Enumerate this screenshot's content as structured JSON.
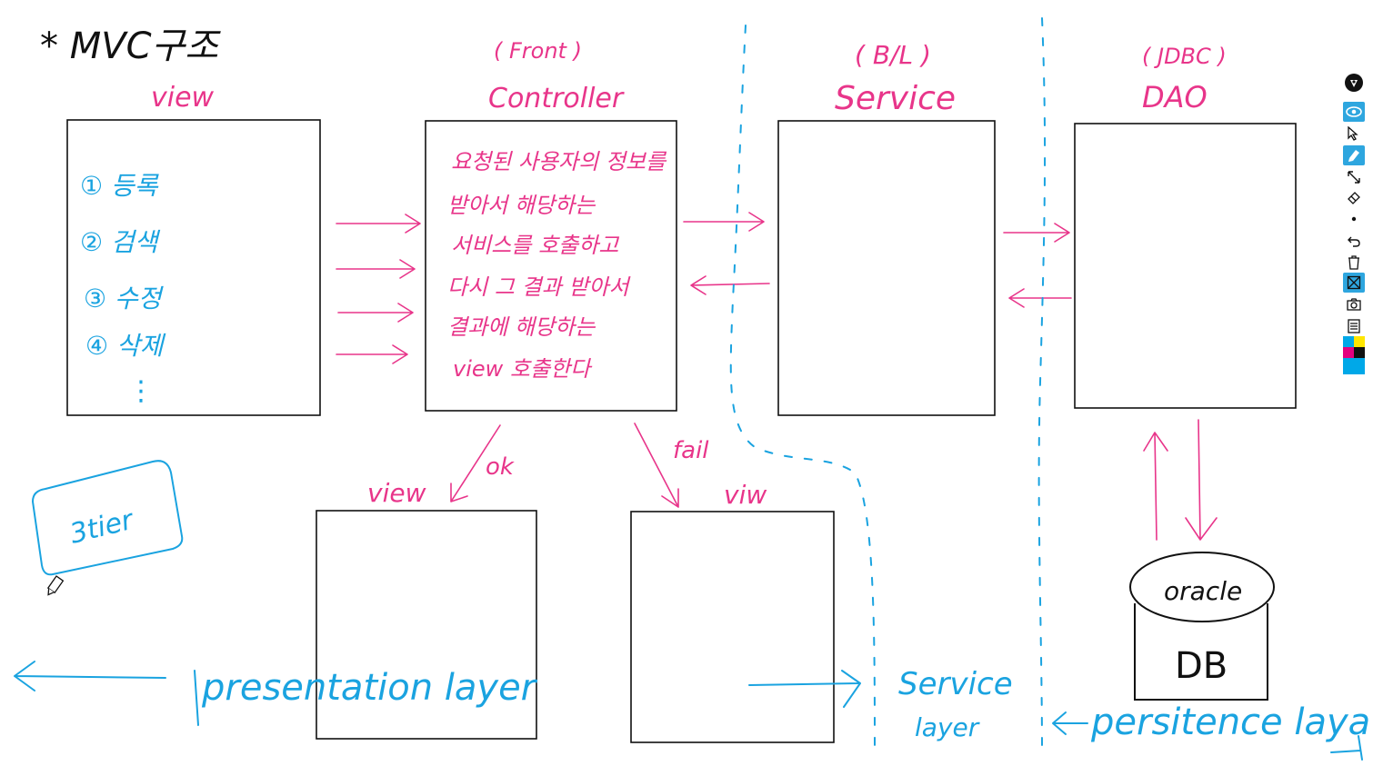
{
  "diagram": {
    "title": "* MVC구조",
    "view_label": "view",
    "controller_tag": "( Front )",
    "controller_label": "Controller",
    "service_tag": "( B/L )",
    "service_label": "Service",
    "dao_tag": "( JDBC )",
    "dao_label": "DAO",
    "view_items": [
      "① 등록",
      "② 검색",
      "③ 수정",
      "④ 삭제",
      "⋮"
    ],
    "controller_text": [
      "요청된 사용자의 정보를",
      "받아서 해당하는",
      "서비스를 호출하고",
      "다시 그 결과 받아서",
      "결과에 해당하는",
      "view 호출한다"
    ],
    "ok_label": "ok",
    "fail_label": "fail",
    "view_ok_label": "view",
    "view_fail_label": "viw",
    "tier_note": "3tier",
    "db_top": "oracle",
    "db_body": "DB",
    "presentation_layer": "presentation layer",
    "service_layer_line1": "Service",
    "service_layer_line2": "layer",
    "persistence_layer": "persitence laya"
  },
  "toolbar": {
    "tools": [
      "pen-icon",
      "eye-icon",
      "pointer-icon",
      "highlighter-icon",
      "line-icon",
      "eraser-icon",
      "dot-icon",
      "undo-icon",
      "trash-icon",
      "clear-icon",
      "camera-icon",
      "notes-icon"
    ],
    "active_tools": [
      "eye-icon",
      "highlighter-icon",
      "clear-icon"
    ],
    "palette": [
      "#00a8e8",
      "#ffe600",
      "#e4007f",
      "#111111"
    ]
  },
  "colors": {
    "pink": "#e8358a",
    "blue": "#1aa3e0",
    "black": "#111111"
  }
}
